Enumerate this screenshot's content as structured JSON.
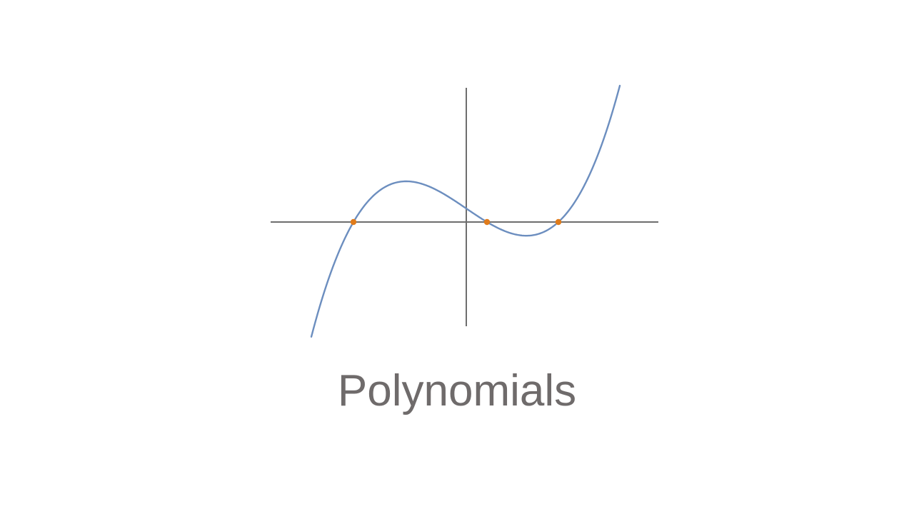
{
  "slide": {
    "title": "Polynomials"
  },
  "chart_data": {
    "type": "line",
    "title": "",
    "xlabel": "",
    "ylabel": "",
    "grid": false,
    "xlim": [
      -2.55,
      2.65
    ],
    "ylim": [
      -1.4,
      2.0
    ],
    "series": [
      {
        "coefficients": [
          0.125,
          0.0,
          -0.0225,
          -0.15,
          0.15,
          0.05,
          -0.0025
        ],
        "formula": "poly_point_form",
        "color": "#6c8ebf"
      }
    ],
    "roots": [
      -1.58,
      0.29,
      1.29
    ],
    "colors": {
      "axis": "#6e6e6e",
      "curve": "#6c8ebf",
      "root_marker": "#e07b1a"
    }
  }
}
